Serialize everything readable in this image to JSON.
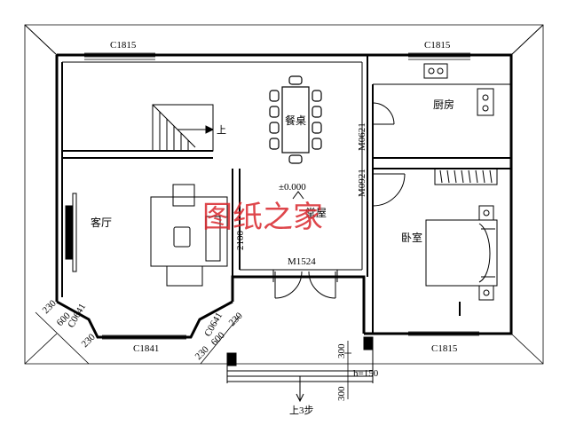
{
  "labels": {
    "window_top_left": "C1815",
    "window_top_right": "C1815",
    "window_bottom_right": "C1815",
    "window_bay": "C1841",
    "window_bay_left_side": "C0641",
    "window_bay_right_side": "C0641",
    "door_kitchen": "M0621",
    "door_bedroom": "M0921",
    "door_main": "M1524",
    "elevation": "±0.000",
    "stair_up": "上",
    "steps_up": "上3步",
    "dim_2100": "2100",
    "dim_230_a": "230",
    "dim_600_a": "600",
    "dim_230_b": "230",
    "dim_230_c": "230",
    "dim_600_b": "600",
    "dim_230_d": "230",
    "dim_300_top": "300",
    "dim_h150": "h=150",
    "dim_300_bottom": "300"
  },
  "rooms": {
    "dining_table": "餐桌",
    "kitchen": "厨房",
    "living_room": "客厅",
    "hall": "堂屋",
    "bedroom": "卧室"
  },
  "watermark": "图纸之家",
  "colors": {
    "line": "#000000",
    "watermark": "#d9262c",
    "background": "#ffffff"
  }
}
